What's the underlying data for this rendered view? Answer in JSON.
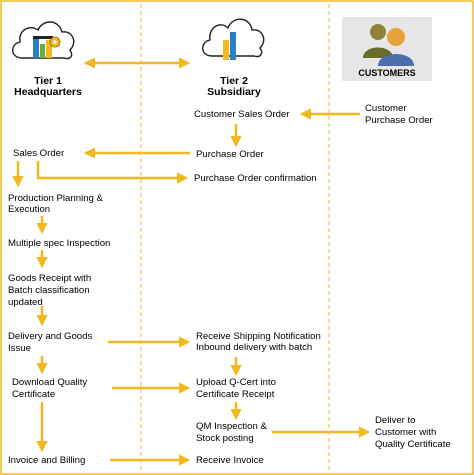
{
  "colors": {
    "arrow": "#f2b81f",
    "divider": "#f2b81f",
    "border": "#f2b81f",
    "cloud_outline": "#222222",
    "bar_blue": "#2d7fc4",
    "bar_yellow": "#f2b81f"
  },
  "icons": {
    "tier1": "cloud-factory-icon",
    "tier2": "cloud-bars-icon",
    "customers": "customers-people-icon"
  },
  "tier1": {
    "title": "Tier 1",
    "subtitle": "Headquarters"
  },
  "tier2": {
    "title": "Tier 2",
    "subtitle": "Subsidiary"
  },
  "customers": {
    "label": "CUSTOMERS"
  },
  "steps": {
    "customer_po_1": "Customer",
    "customer_po_2": "Purchase Order",
    "customer_sales_order": "Customer Sales Order",
    "purchase_order": "Purchase Order",
    "sales_order": "Sales Order",
    "po_confirmation": "Purchase Order confirmation",
    "production_1": "Production Planning &",
    "production_2": "Execution",
    "multi_spec": "Multiple spec Inspection",
    "goods_receipt_1": "Goods Receipt with",
    "goods_receipt_2": "Batch classification",
    "goods_receipt_3": "updated",
    "delivery_1": "Delivery and Goods",
    "delivery_2": "Issue",
    "receive_ship_1": "Receive Shipping Notification",
    "receive_ship_2": "Inbound delivery with batch",
    "download_qc_1": "Download Quality",
    "download_qc_2": "Certificate",
    "upload_qc_1": "Upload Q-Cert into",
    "upload_qc_2": "Certificate Receipt",
    "qm_1": "QM Inspection &",
    "qm_2": "Stock posting",
    "deliver_cust_1": "Deliver to",
    "deliver_cust_2": "Customer with",
    "deliver_cust_3": "Quality Certificate",
    "invoice_billing": "Invoice and Billing",
    "receive_invoice": "Receive Invoice"
  }
}
